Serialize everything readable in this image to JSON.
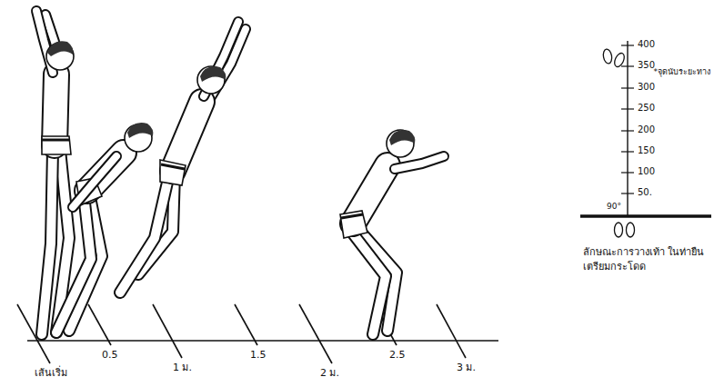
{
  "diagram": {
    "labels": [
      "400",
      "350",
      "300",
      "250",
      "200",
      "150",
      "100",
      "50.",
      "*จุดนับระยะทาง",
      "90°",
      "ลักษณะการวางเท้า ในท่ายืนเตรียมกระโดด",
      "เส้นเริ่ม",
      "0.5",
      "1 ม.",
      "1.5",
      "2 ม.",
      "2.5",
      "3 ม."
    ]
  }
}
